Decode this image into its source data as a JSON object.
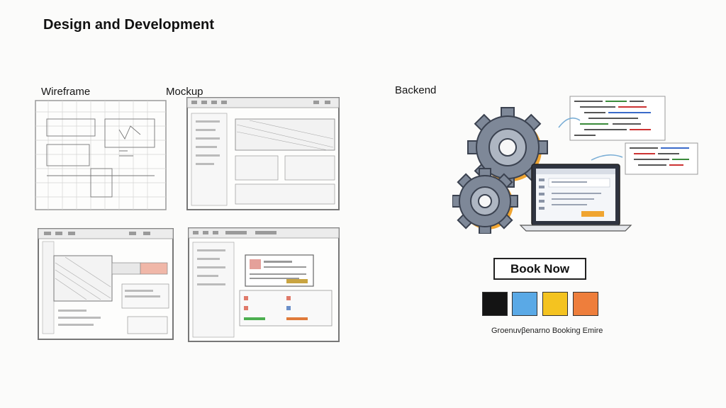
{
  "title": "Design and Development",
  "sections": {
    "wireframe": "Wireframe",
    "mockup": "Mockup",
    "backend": "Backend"
  },
  "cta": {
    "label": "Book Now"
  },
  "palette": {
    "colors": [
      "#141414",
      "#5aa9e6",
      "#f4c320",
      "#ee7e3c"
    ]
  },
  "caption": "Groenuvβenarno Booking Emire",
  "icons": [
    "gear-icon",
    "laptop-icon",
    "code-snippet"
  ]
}
